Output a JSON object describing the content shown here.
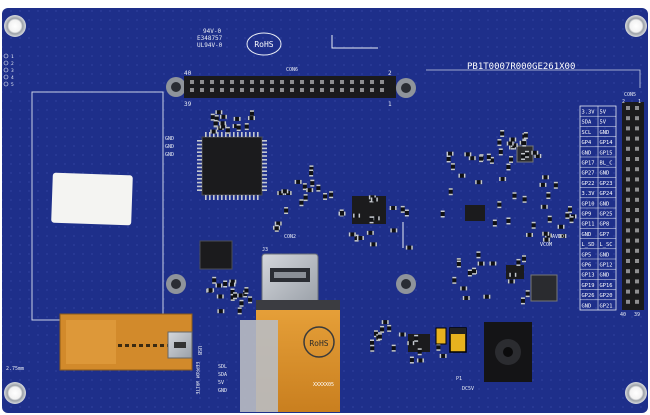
{
  "board": {
    "part_number": "PB1T0007R000GE261X00",
    "rohs_mark": "RoHS",
    "cert_lines": [
      "E348757",
      "UL94V-0"
    ],
    "cert_top": "94V-0",
    "header40": {
      "name": "CON6",
      "pin_40": "40",
      "pin_39": "39",
      "pin_2": "2",
      "pin_1": "1"
    },
    "con5": {
      "name": "CON5",
      "pin_2": "2",
      "pin_1": "1",
      "pin_40": "40",
      "pin_39": "39"
    },
    "con2": "CON2",
    "hdmi_label": "J3",
    "usb_label": "USB",
    "dc_label": "DC5V",
    "led_label": "P1",
    "avdd_label": "AVDD",
    "vcom_label": "VCOM",
    "size_mark": "2.75mm",
    "fpc_code": "XXXXX05",
    "silk_left": [
      "GND",
      "GND",
      "GND"
    ],
    "silk_bottom_left": [
      "SDL",
      "SDA",
      "5V",
      "GND"
    ],
    "edid_label": "EEPROM WRITE",
    "left_small": [
      "1",
      "2",
      "3",
      "4",
      "5"
    ]
  },
  "pin_table": [
    [
      "3.3V",
      "5V"
    ],
    [
      "SDA",
      "5V"
    ],
    [
      "SCL",
      "GND"
    ],
    [
      "GP4",
      "GP14"
    ],
    [
      "GND",
      "GP15"
    ],
    [
      "GP17",
      "BL_C"
    ],
    [
      "GP27",
      "GND"
    ],
    [
      "GP22",
      "GP23"
    ],
    [
      "3.3V",
      "GP24"
    ],
    [
      "GP10",
      "GND"
    ],
    [
      "GP9",
      "GP25"
    ],
    [
      "GP11",
      "GP8"
    ],
    [
      "GND",
      "GP7"
    ],
    [
      "L_SD",
      "L_SC"
    ],
    [
      "GP5",
      "GND"
    ],
    [
      "GP6",
      "GP12"
    ],
    [
      "GP13",
      "GND"
    ],
    [
      "GP19",
      "GP16"
    ],
    [
      "GP26",
      "GP20"
    ],
    [
      "GND",
      "GP21"
    ]
  ],
  "colors": {
    "pcb": "#1e2f8a",
    "pcb_dark": "#16236e",
    "silk": "#e8ecf5",
    "copper": "#c5c9cf",
    "chip": "#1b1b1d",
    "fpc": "#d9922e",
    "shield": "#b9bcc2"
  }
}
